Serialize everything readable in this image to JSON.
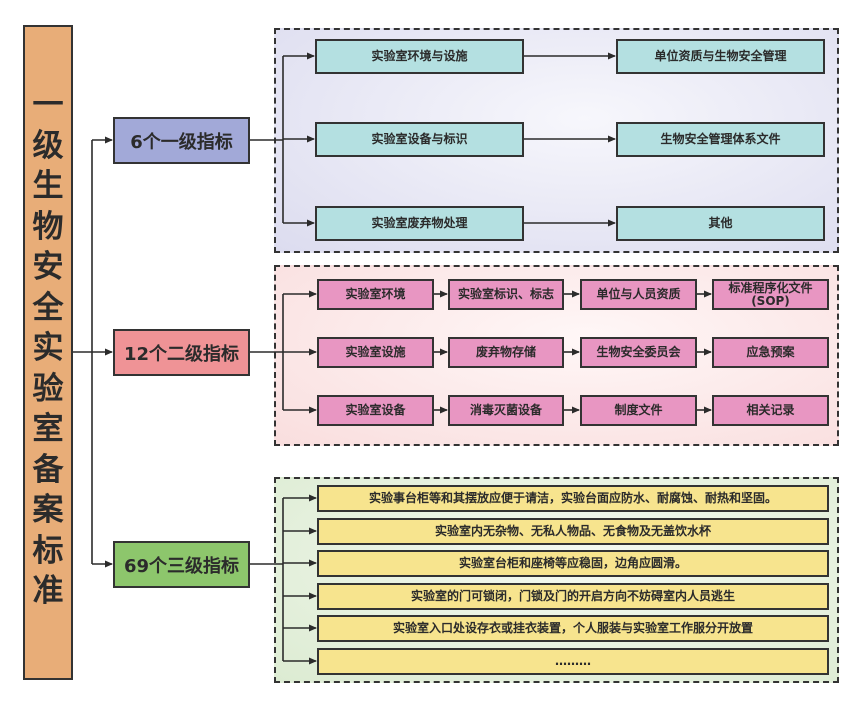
{
  "title": {
    "text": "一级生物安全实验室备案标准",
    "color": "#e8ad78"
  },
  "levels": [
    {
      "label": "6个一级指标",
      "color": "#a2a9d8"
    },
    {
      "label": "12个二级指标",
      "color": "#ef9396"
    },
    {
      "label": "69个三级指标",
      "color": "#8dc66c"
    }
  ],
  "level1_indicators": {
    "left": [
      "实验室环境与设施",
      "实验室设备与标识",
      "实验室废弃物处理"
    ],
    "right": [
      "单位资质与生物安全管理",
      "生物安全管理体系文件",
      "其他"
    ],
    "color": "#b4e0e1"
  },
  "level2_indicators": {
    "rows": [
      [
        "实验室环境",
        "实验室标识、标志",
        "单位与人员资质",
        "标准程序化文件\n(SOP)"
      ],
      [
        "实验室设施",
        "废弃物存储",
        "生物安全委员会",
        "应急预案"
      ],
      [
        "实验室设备",
        "消毒灭菌设备",
        "制度文件",
        "相关记录"
      ]
    ],
    "color": "#e896c2"
  },
  "level3_indicators": {
    "items": [
      "实验事台柜等和其摆放应便于请洁，实验台面应防水、耐腐蚀、耐热和坚固。",
      "实验室内无杂物、无私人物品、无食物及无盖饮水杯",
      "实验室台柜和座椅等应稳固，边角应圆滑。",
      "实验室的门可锁闭，门锁及门的开启方向不妨碍室内人员逃生",
      "实验室入口处设存衣或挂衣装置，个人服装与实验室工作服分开放置",
      "………"
    ],
    "color": "#f7e48e"
  }
}
